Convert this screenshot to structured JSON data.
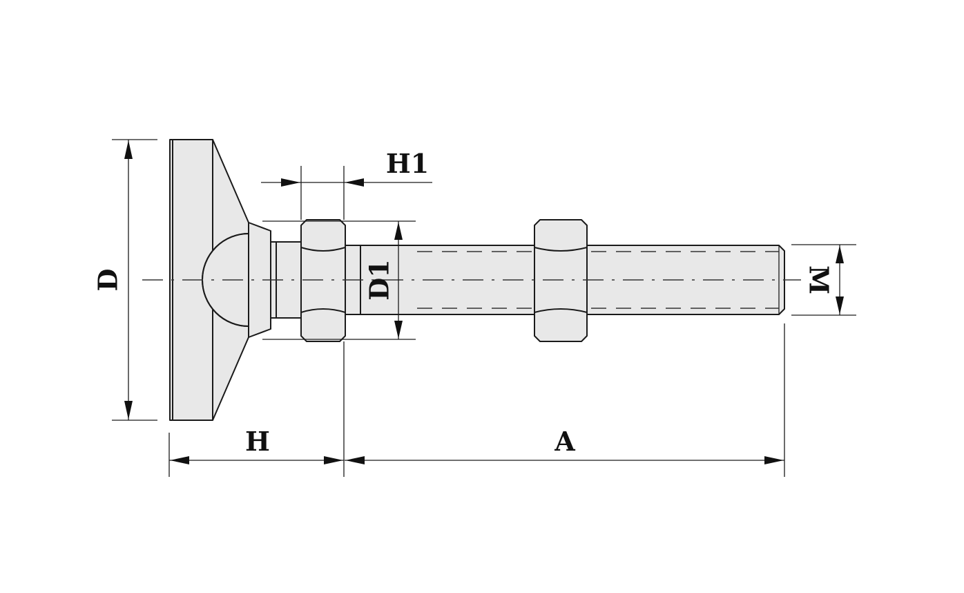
{
  "dimensions": {
    "D": "D",
    "D1": "D1",
    "H": "H",
    "H1": "H1",
    "A": "A",
    "M": "M"
  },
  "colors": {
    "part_fill": "#e8e8e8",
    "line": "#1a1a1a",
    "background": "#ffffff"
  }
}
